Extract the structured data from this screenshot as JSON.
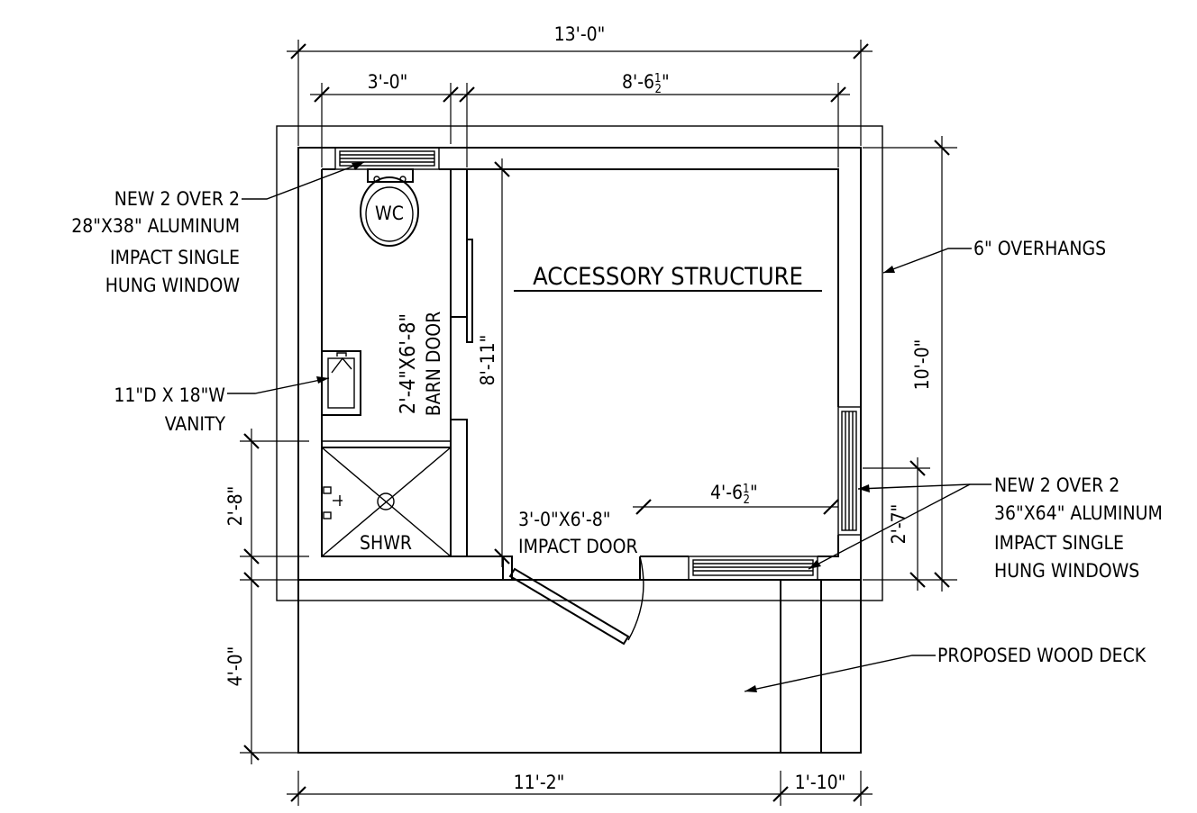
{
  "title": "ACCESSORY STRUCTURE",
  "dimensions": {
    "overall_top": "13'-0\"",
    "top_left": "3'-0\"",
    "top_right": "8'-6",
    "top_right_frac": "1",
    "top_right_den": "2",
    "top_right_end": "\"",
    "right_height": "10'-0\"",
    "interior_height": "8'-11\"",
    "door_offset": "4'-6",
    "door_offset_frac": "1",
    "door_offset_den": "2",
    "door_offset_end": "\"",
    "window_right": "2'-7\"",
    "shower_depth": "2'-8\"",
    "deck_depth": "4'-0\"",
    "bottom_left": "11'-2\"",
    "bottom_right": "1'-10\""
  },
  "labels": {
    "wc": "WC",
    "shower": "SHWR",
    "barn_door_size": "2'-4\"X6'-8\"",
    "barn_door": "BARN DOOR",
    "impact_door_size": "3'-0\"X6'-8\"",
    "impact_door": "IMPACT DOOR"
  },
  "notes": {
    "window_small": [
      "NEW 2 OVER 2",
      "28\"X38\" ALUMINUM",
      "IMPACT SINGLE",
      "HUNG WINDOW"
    ],
    "vanity": [
      "11\"D X 18\"W",
      "VANITY"
    ],
    "overhangs": "6\" OVERHANGS",
    "windows_large": [
      "NEW 2 OVER 2",
      "36\"X64\" ALUMINUM",
      "IMPACT SINGLE",
      "HUNG WINDOWS"
    ],
    "deck": "PROPOSED WOOD DECK"
  }
}
